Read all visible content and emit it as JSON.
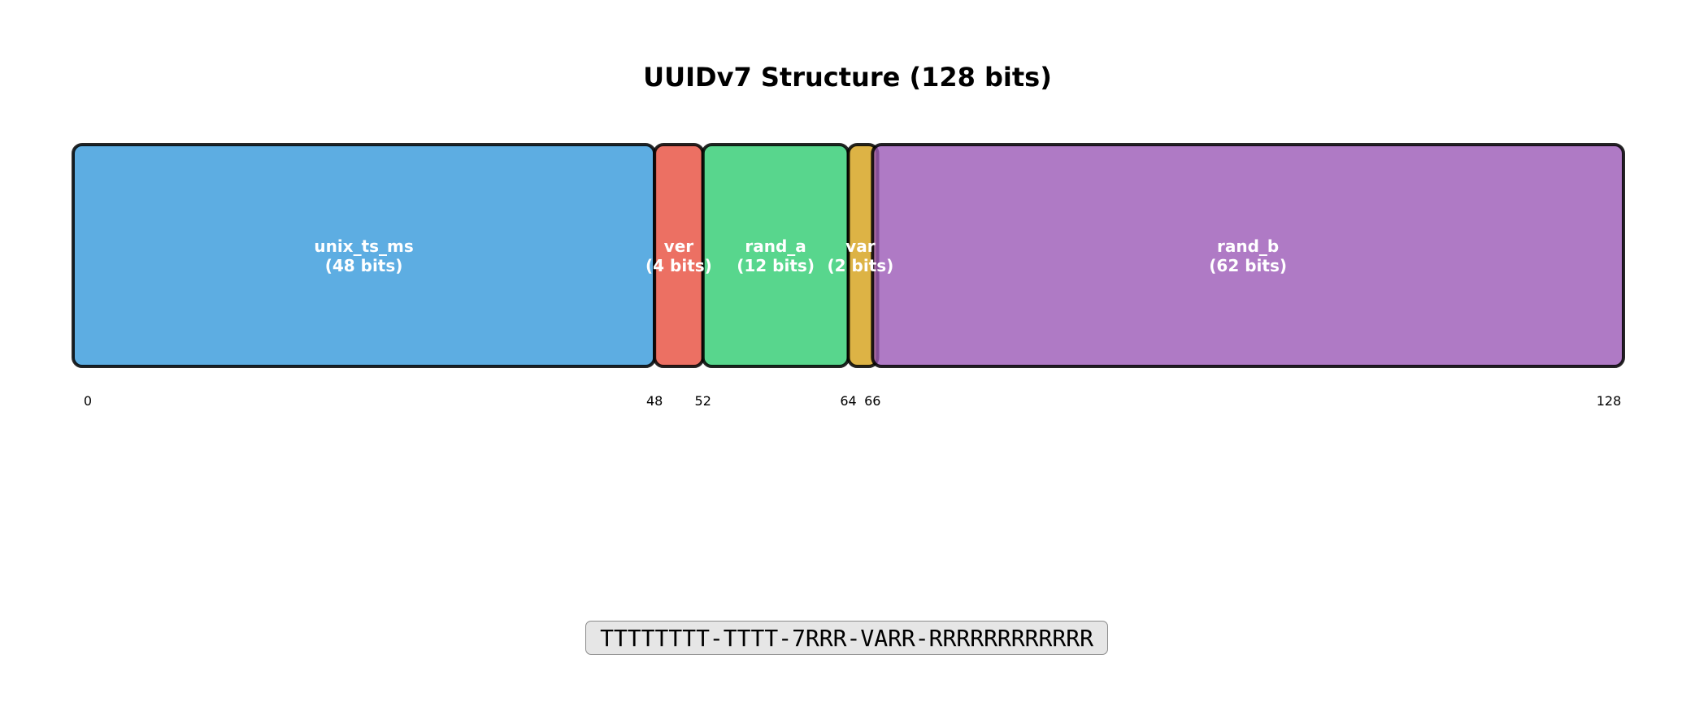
{
  "title": "UUIDv7 Structure (128 bits)",
  "total_bits": 128,
  "segments": [
    {
      "id": "unix_ts_ms",
      "name": "unix_ts_ms",
      "label": "unix_ts_ms\n(48 bits)",
      "start": 0,
      "bits": 48,
      "color": "#3498db"
    },
    {
      "id": "ver",
      "name": "ver",
      "label": "ver\n(4 bits)",
      "start": 48,
      "bits": 4,
      "color": "#e74c3c"
    },
    {
      "id": "rand_a",
      "name": "rand_a",
      "label": "rand_a\n(12 bits)",
      "start": 52,
      "bits": 12,
      "color": "#2ecc71"
    },
    {
      "id": "var",
      "name": "var",
      "label": "var\n(2 bits)",
      "start": 64,
      "bits": 2,
      "color": "#d4a017"
    },
    {
      "id": "rand_b",
      "name": "rand_b",
      "label": "rand_b\n(62 bits)",
      "start": 66,
      "bits": 62,
      "color": "#9b59b6"
    }
  ],
  "ticks": [
    "0",
    "48",
    "52",
    "64",
    "66",
    "128"
  ],
  "pattern": "TTTTTTTT-TTTT-7RRR-VARR-RRRRRRRRRRRR"
}
